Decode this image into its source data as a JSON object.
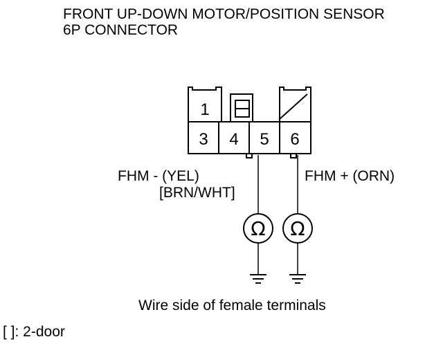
{
  "title": {
    "line1": "FRONT UP-DOWN MOTOR/POSITION SENSOR",
    "line2": "6P CONNECTOR"
  },
  "connector": {
    "pins_top": [
      "1"
    ],
    "pins_bottom": [
      "3",
      "4",
      "5",
      "6"
    ]
  },
  "wires": {
    "pin5": {
      "label": "FHM -  (YEL)",
      "alt_label": "[BRN/WHT]"
    },
    "pin6": {
      "label": "FHM +  (ORN)"
    }
  },
  "meter_symbol": "Ω",
  "icons": [
    "ohmmeter-icon",
    "ground-icon"
  ],
  "caption": "Wire side of female terminals",
  "legend_note": "[ ]: 2-door"
}
